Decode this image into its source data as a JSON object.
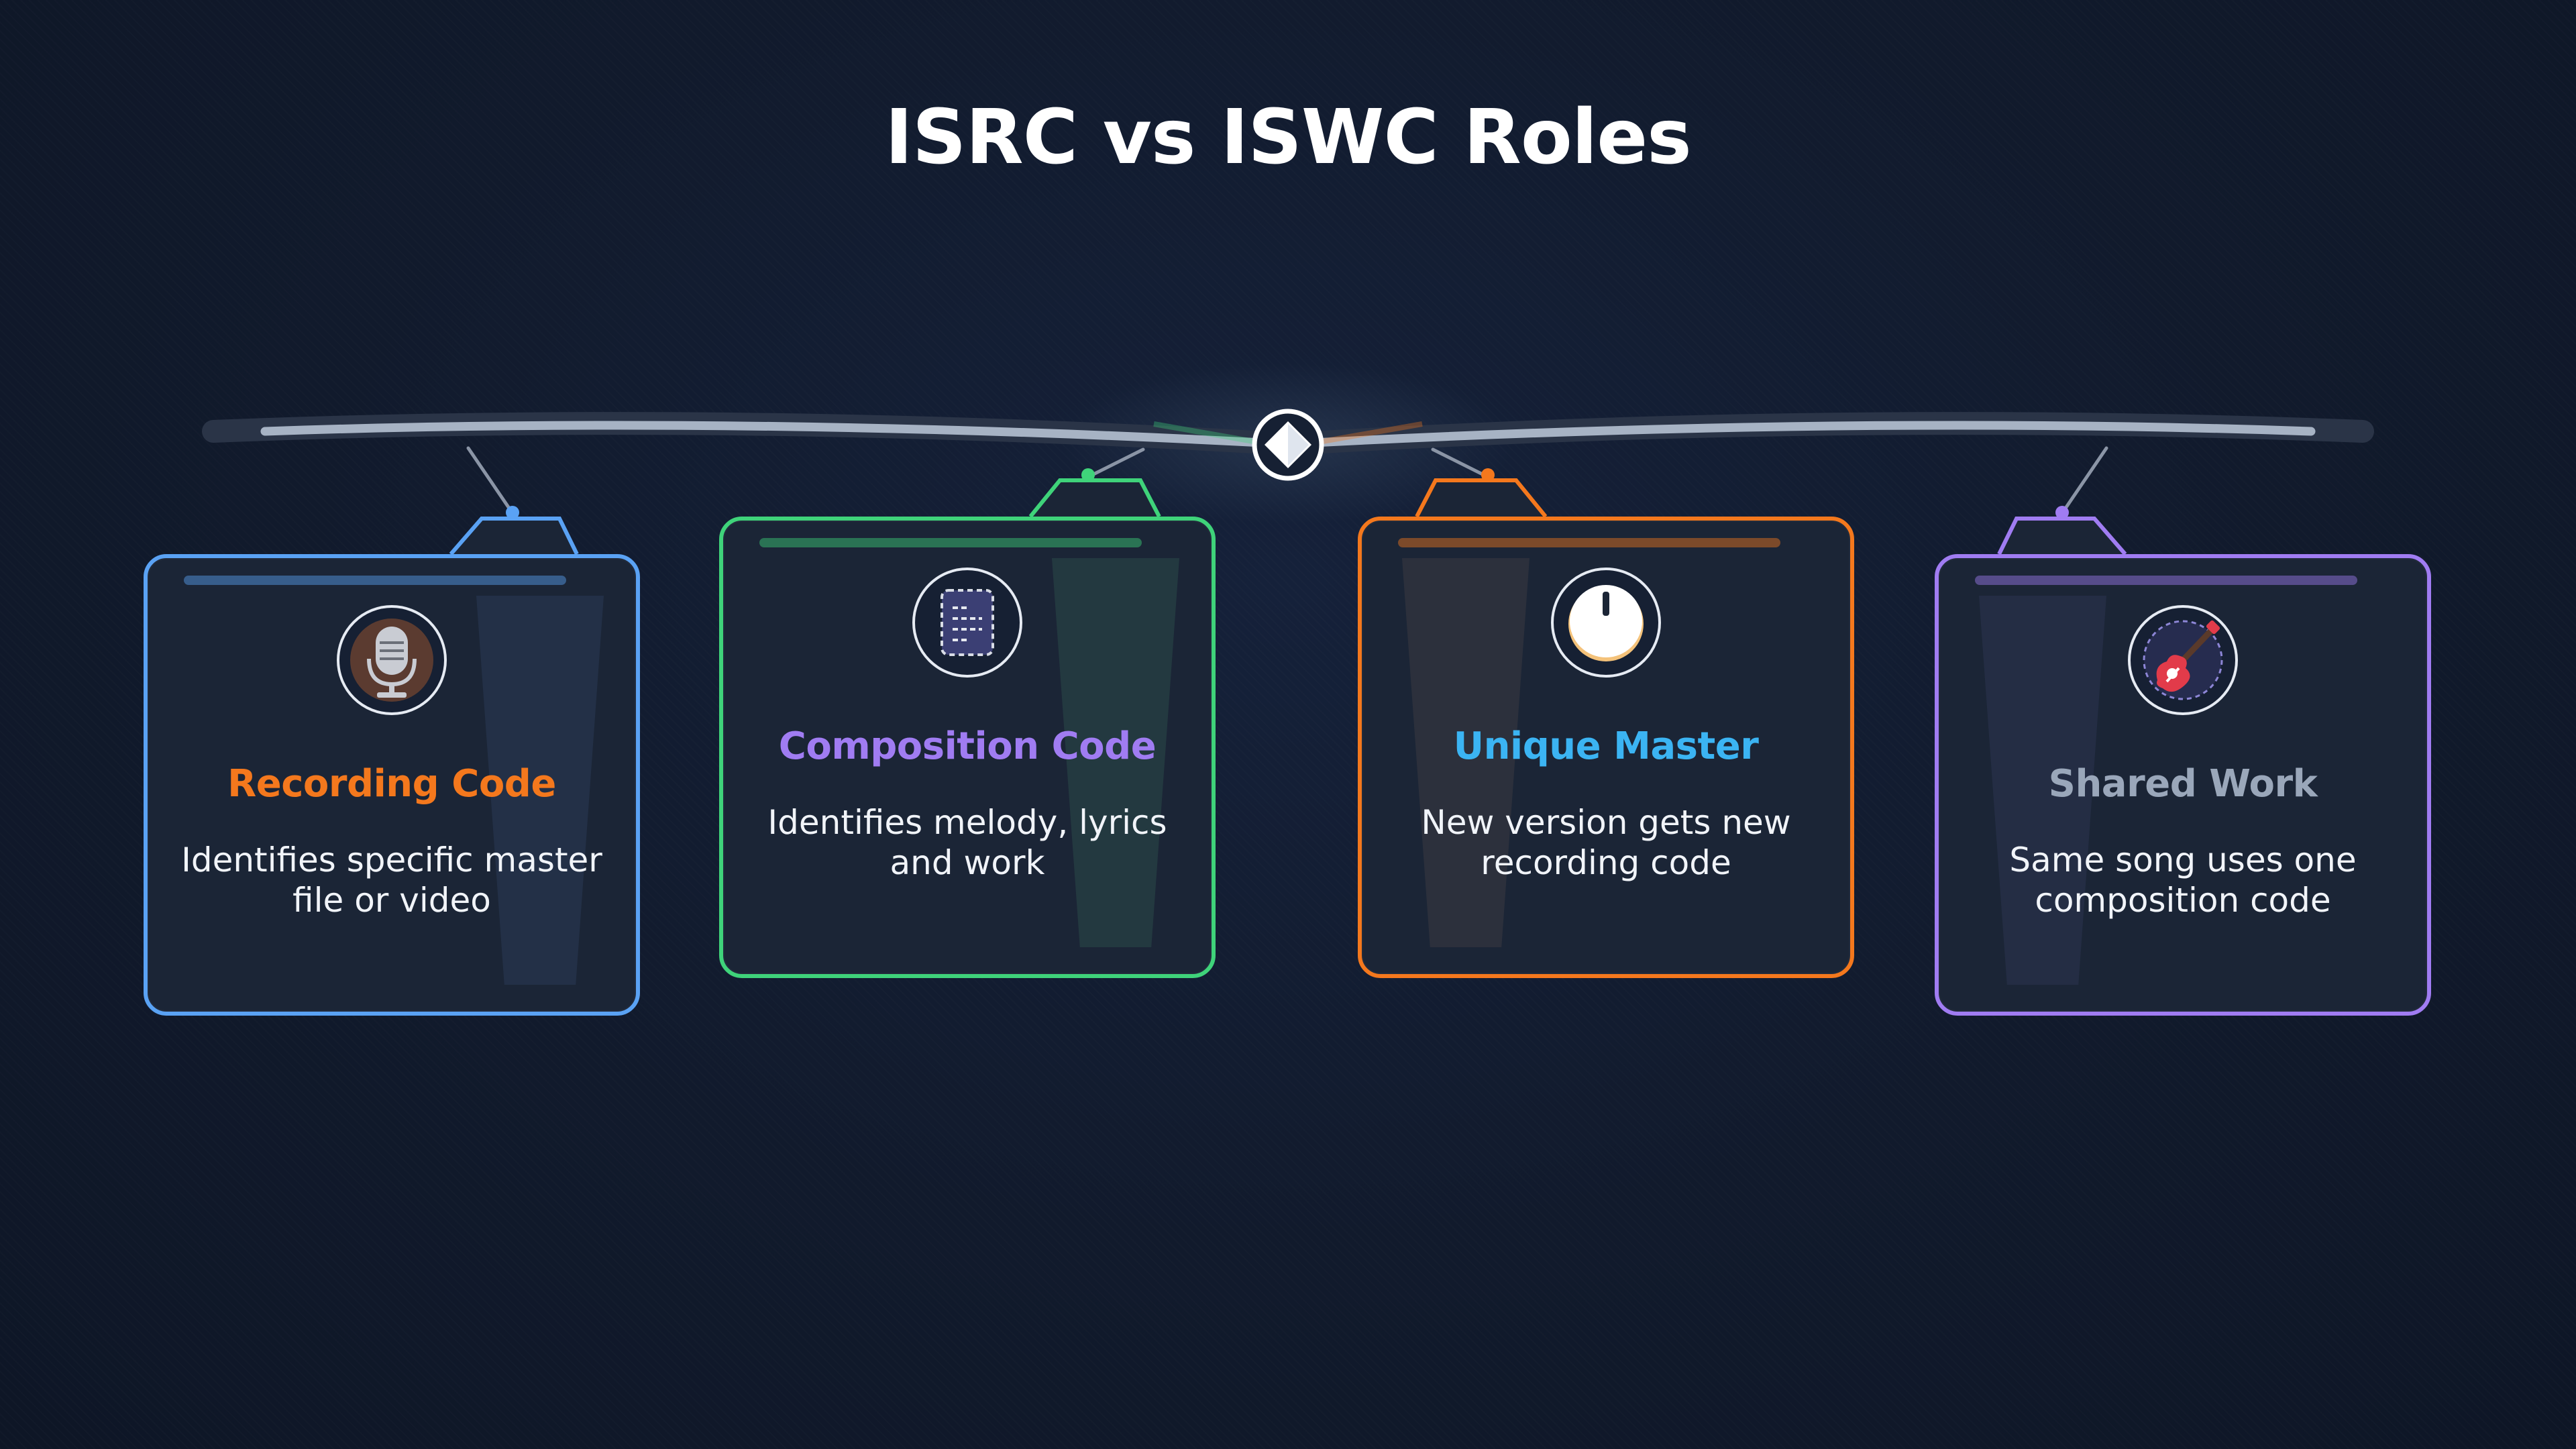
{
  "title": "ISRC vs ISWC Roles",
  "colors": {
    "background": "#111b2e",
    "blue": "#5aa2f4",
    "green": "#3fd37a",
    "orange": "#f4781d",
    "purple": "#a07cf2",
    "slate": "#9aa7ba",
    "sky": "#3bb4f3"
  },
  "cards": [
    {
      "heading": "Recording Code",
      "description": "Identifies specific master file or video",
      "icon": "microphone-icon"
    },
    {
      "heading": "Composition Code",
      "description": "Identifies melody, lyrics and work",
      "icon": "document-icon"
    },
    {
      "heading": "Unique Master",
      "description": "New version gets new recording code",
      "icon": "knob-icon"
    },
    {
      "heading": "Shared Work",
      "description": "Same song uses one composition code",
      "icon": "guitar-icon"
    }
  ]
}
